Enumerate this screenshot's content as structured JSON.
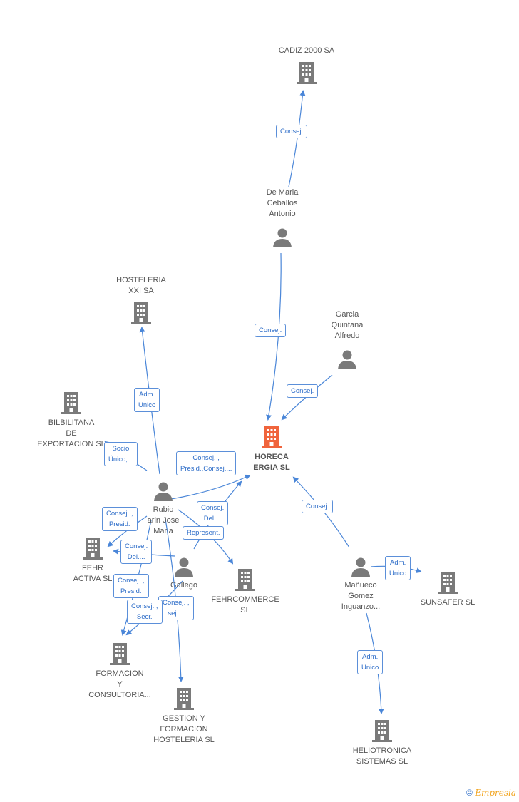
{
  "nodes": {
    "cadiz": {
      "label": "CADIZ 2000 SA",
      "type": "company"
    },
    "demaria": {
      "label": "De Maria\nCeballos\nAntonio",
      "type": "person"
    },
    "garcia": {
      "label": "Garcia\nQuintana\nAlfredo",
      "type": "person"
    },
    "hosteleria": {
      "label": "HOSTELERIA\nXXI SA",
      "type": "company"
    },
    "bilbilitana": {
      "label": "BILBILITANA\nDE\nEXPORTACION SL",
      "type": "company"
    },
    "horeca": {
      "label": "HORECA\nERGIA  SL",
      "type": "company-main"
    },
    "rubio": {
      "label": "Rubio\narin Jose\nMaria",
      "type": "person"
    },
    "fehractiva": {
      "label": "FEHR\nACTIVA SL",
      "type": "company"
    },
    "gallego": {
      "label": "Gallego",
      "type": "person"
    },
    "fehrcommerce": {
      "label": "FEHRCOMMERCE\nSL",
      "type": "company"
    },
    "manueco": {
      "label": "Mañueco\nGomez\nInguanzo...",
      "type": "person"
    },
    "sunsafer": {
      "label": "SUNSAFER SL",
      "type": "company"
    },
    "formacion": {
      "label": "FORMACION\nY\nCONSULTORIA...",
      "type": "company"
    },
    "gestion": {
      "label": "GESTION Y\nFORMACION\nHOSTELERIA SL",
      "type": "company"
    },
    "heliotronica": {
      "label": "HELIOTRONICA\nSISTEMAS SL",
      "type": "company"
    }
  },
  "edge_labels": {
    "cadiz": "Consej.",
    "demaria": "Consej.",
    "garcia": "Consej.",
    "hosteleria": "Adm.\nUnico",
    "bilbilitana": "Socio\nÚnico,...",
    "rubio_horeca": "Consej. ,\nPresid.,Consej....",
    "gallego_horeca": "Consej.\nDel....",
    "represent": "Represent.",
    "manueco_horeca": "Consej.",
    "sunsafer": "Adm.\nUnico",
    "fehr1": "Consej. ,\nPresid.",
    "fehr2": "Consej.\nDel....",
    "form1": "Consej. ,\nPresid.",
    "form2": "Consej. ,\nSecr.",
    "gestion": "Consej. ,\nsej....",
    "helio": "Adm.\nUnico"
  },
  "colors": {
    "edge": "#4a86d8",
    "icon": "#7a7a7a",
    "main_icon": "#f0643c"
  },
  "footer": {
    "copyright": "©",
    "brand": "Empresia"
  }
}
